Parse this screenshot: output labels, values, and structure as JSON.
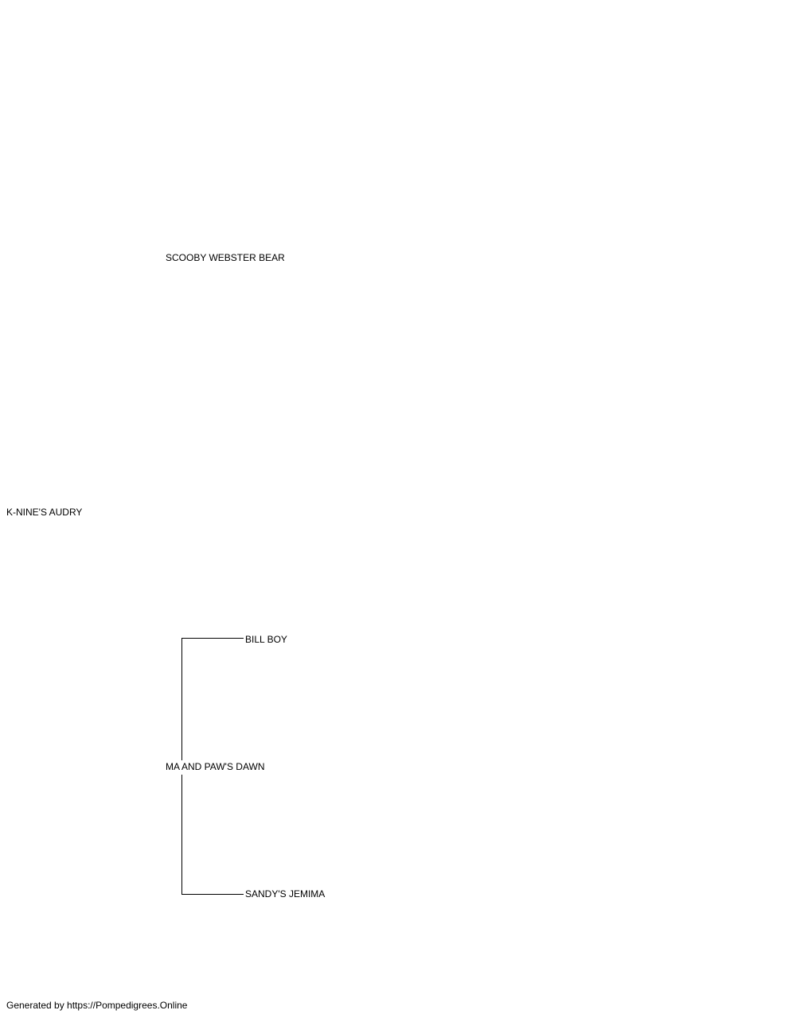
{
  "pedigree": {
    "subject": "K-NINE'S AUDRY",
    "sire": "SCOOBY WEBSTER BEAR",
    "dam": "MA AND PAW'S DAWN",
    "dam_sire": "BILL BOY",
    "dam_dam": "SANDY'S JEMIMA"
  },
  "footer": {
    "text": "Generated by https://Pompedigrees.Online"
  },
  "colors": {
    "line": "#000000",
    "text": "#000000",
    "background": "#ffffff"
  }
}
